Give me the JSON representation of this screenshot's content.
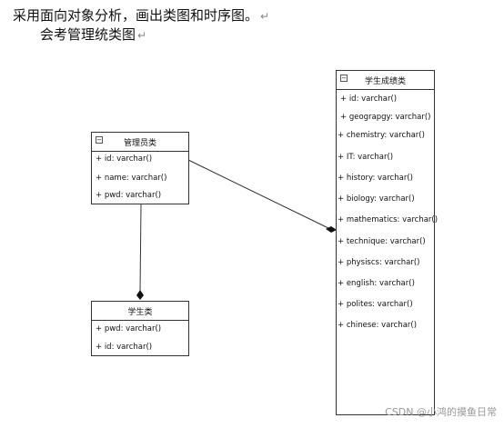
{
  "document": {
    "line1": "采用面向对象分析，画出类图和时序图。",
    "line2": "会考管理统类图",
    "return_mark": "↵"
  },
  "classes": {
    "admin": {
      "name": "管理员类",
      "attributes": [
        "+ id: varchar()",
        "+ name: varchar()",
        "+ pwd: varchar()"
      ]
    },
    "student": {
      "name": "学生类",
      "attributes": [
        "+ pwd: varchar()",
        "+ id: varchar()"
      ]
    },
    "scores": {
      "name": "学生成绩类",
      "attributes": [
        "+ id: varchar()",
        "+ geograpgy: varchar()",
        "+ chemistry: varchar()",
        "+ IT: varchar()",
        "+ history: varchar()",
        "+ biology: varchar()",
        "+ mathematics: varchar()",
        "+ technique: varchar()",
        "+ physiscs: varchar()",
        "+ english: varchar()",
        "+ polites: varchar()",
        "+ chinese: varchar()"
      ]
    }
  },
  "watermark": "CSDN @小鸿的摸鱼日常",
  "colors": {
    "line": "#333333",
    "text": "#111111",
    "watermark": "#999999"
  }
}
